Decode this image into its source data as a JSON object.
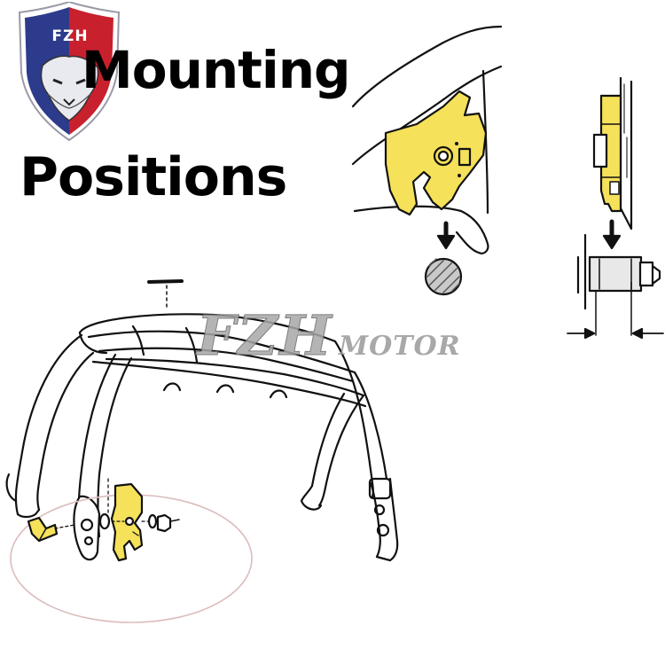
{
  "logo": {
    "brand": "FZH",
    "colors": {
      "blue": "#2d3b8c",
      "red": "#c8202d",
      "white": "#ffffff"
    }
  },
  "title": {
    "line1": "Mounting",
    "line2": "Positions"
  },
  "watermark": {
    "brand": "FZH",
    "suffix": "MOTOR"
  },
  "colors": {
    "part_yellow": "#f5e15a",
    "line": "#111111",
    "ellipse": "#dcbcbc"
  },
  "icons": [
    "down-arrow-icon",
    "down-arrow-icon",
    "dimension-arrow-icon",
    "dimension-arrow-icon"
  ]
}
